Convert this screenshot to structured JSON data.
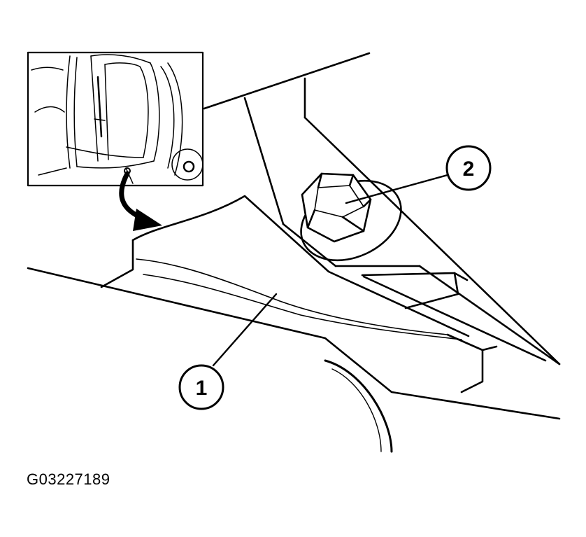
{
  "callouts": {
    "part_1": "1",
    "part_2": "2"
  },
  "figure_id": "G03227189",
  "colors": {
    "line": "#000000",
    "fill": "#ffffff"
  }
}
